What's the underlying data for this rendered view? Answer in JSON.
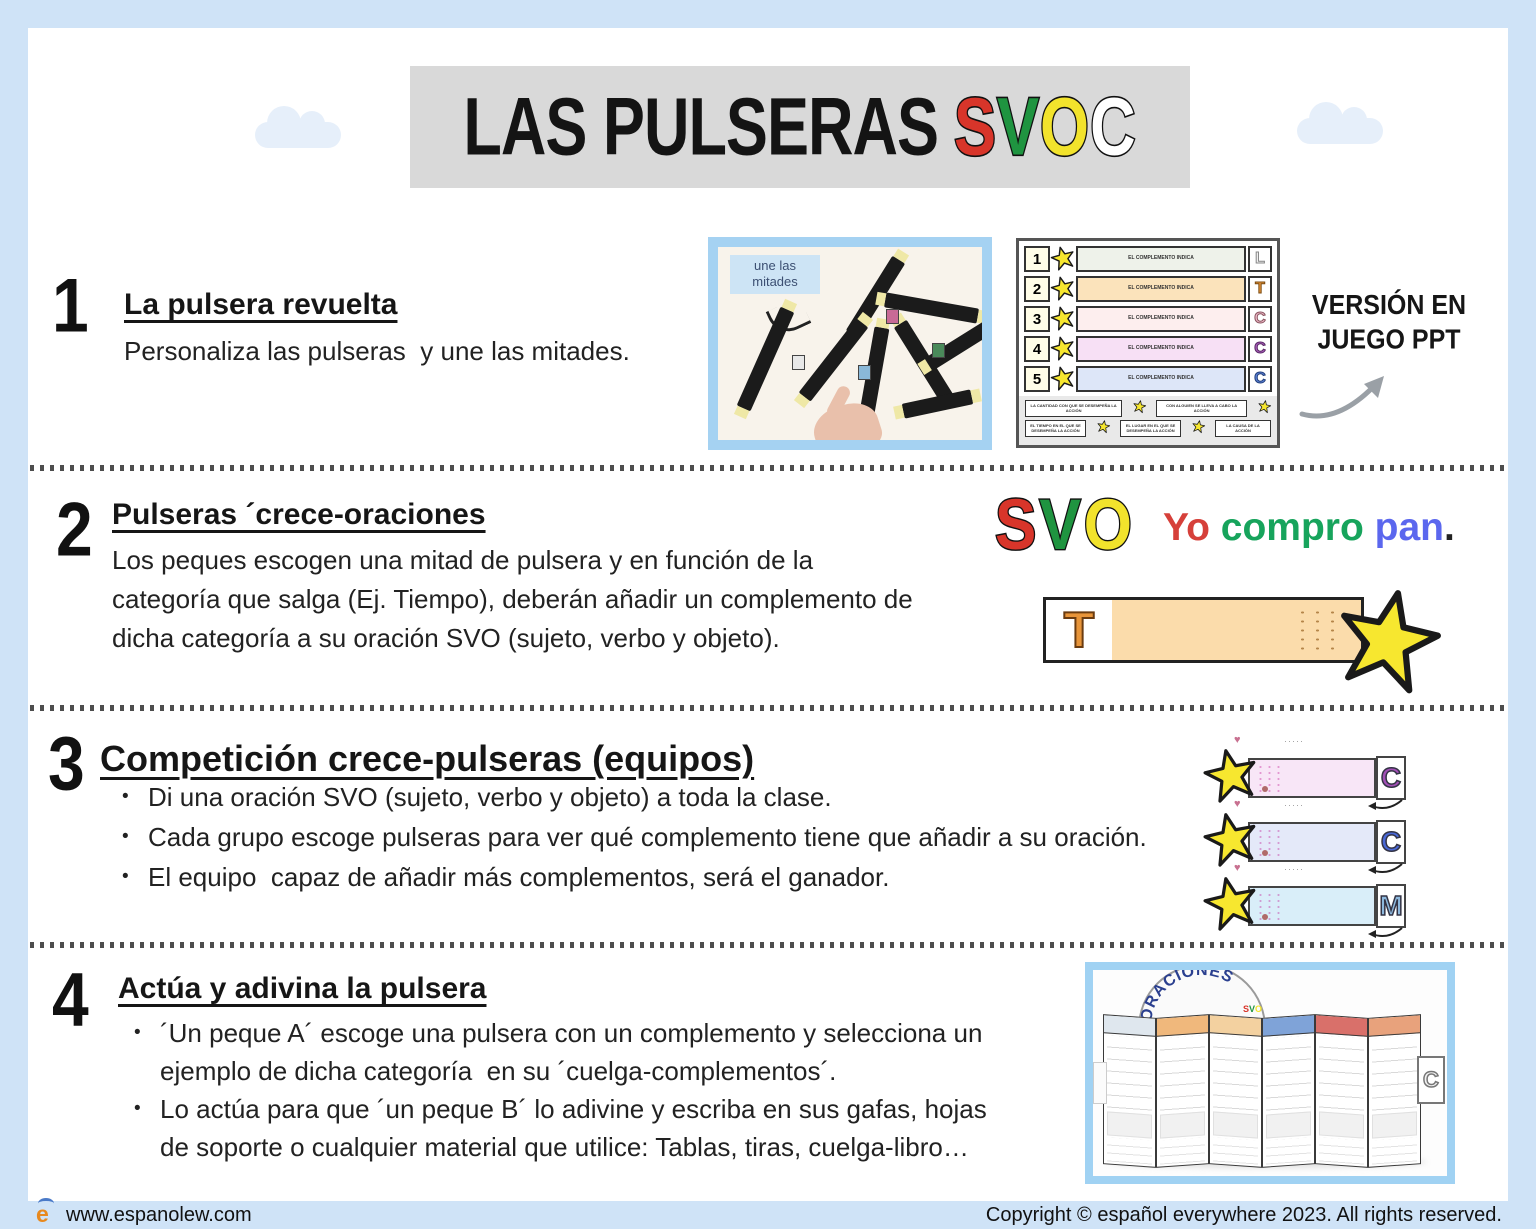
{
  "title": {
    "text_black": "LAS PULSERAS",
    "s": "S",
    "v": "V",
    "o": "O",
    "c": "C"
  },
  "colors": {
    "page_blue": "#cfe3f7",
    "banner_gray": "#d9d9d9",
    "svoc_red": "#d8352a",
    "svoc_green": "#1f9440",
    "svoc_yellow": "#f2e32c",
    "svoc_white": "#ffffff",
    "sentence_red": "#d6403a",
    "sentence_green": "#17a45c",
    "sentence_blue": "#5b67ee",
    "star_yellow": "#f7e72f",
    "strip_peach": "#fbdcab",
    "photo_frame_blue": "#a5d2f2"
  },
  "sections": [
    {
      "number": "1",
      "heading": "La pulsera revuelta",
      "body": "Personaliza las pulseras  y une las mitades."
    },
    {
      "number": "2",
      "heading": "Pulseras ´crece-oraciones",
      "l1": "Los peques escogen una mitad de pulsera y en función de la",
      "l2": "categoría que salga (Ej. Tiempo), deberán añadir un complemento de",
      "l3": "dicha categoría a su oración SVO (sujeto, verbo y objeto)."
    },
    {
      "number": "3",
      "heading": "Competición crece-pulseras (equipos)",
      "bullets": [
        "Di una oración SVO (sujeto, verbo y objeto) a toda la clase.",
        "Cada grupo escoge pulseras para ver qué complemento tiene que añadir a su oración.",
        "El equipo  capaz de añadir más complementos, será el ganador."
      ]
    },
    {
      "number": "4",
      "heading": "Actúa y adivina la pulsera",
      "b1l1": "´Un peque A´ escoge una pulsera con un complemento y selecciona un",
      "b1l2": "ejemplo de dicha categoría  en su ´cuelga-complementos´.",
      "b2l1": "Lo actúa para que ´un peque B´ lo adivine y escriba en sus gafas, hojas",
      "b2l2": "de soporte o cualquier material que utilice: Tablas, tiras, cuelga-libro…"
    }
  ],
  "photo1": {
    "caption": "une las mitades"
  },
  "worksheet": {
    "row_text": "EL COMPLEMENTO INDICA",
    "rows": [
      {
        "num": "1",
        "letter": "L"
      },
      {
        "num": "2",
        "letter": "T"
      },
      {
        "num": "3",
        "letter": "C"
      },
      {
        "num": "4",
        "letter": "C"
      },
      {
        "num": "5",
        "letter": "C"
      }
    ],
    "bottom_row1": [
      "LA CANTIDAD CON QUE SE DESEMPEÑA LA ACCIÓN",
      "CON ALGUIEN SE LLEVA A CABO LA ACCIÓN"
    ],
    "bottom_row2": [
      "EL TIEMPO EN EL QUE SE DESEMPEÑA LA ACCIÓN",
      "EL LUGAR EN EL QUE SE DESEMPEÑA LA ACCIÓN",
      "LA CAUSA DE LA ACCIÓN"
    ]
  },
  "ppt_note": {
    "l1": "VERSIÓN EN",
    "l2": "JUEGO PPT"
  },
  "svo": {
    "s": "S",
    "v": "V",
    "o": "O"
  },
  "sentence": {
    "w1": "Yo",
    "w2": "compro",
    "w3": "pan",
    "dot": "."
  },
  "bracelet2": {
    "letter": "T"
  },
  "bracelets3": [
    {
      "letter": "C"
    },
    {
      "letter": "C"
    },
    {
      "letter": "M"
    }
  ],
  "book": {
    "title": "ORACIONES",
    "svo": "SVO",
    "tab": "C"
  },
  "footer": {
    "logo": "e",
    "site": "www.espanolew.com",
    "copyright": "Copyright © español everywhere 2023. All rights reserved."
  }
}
